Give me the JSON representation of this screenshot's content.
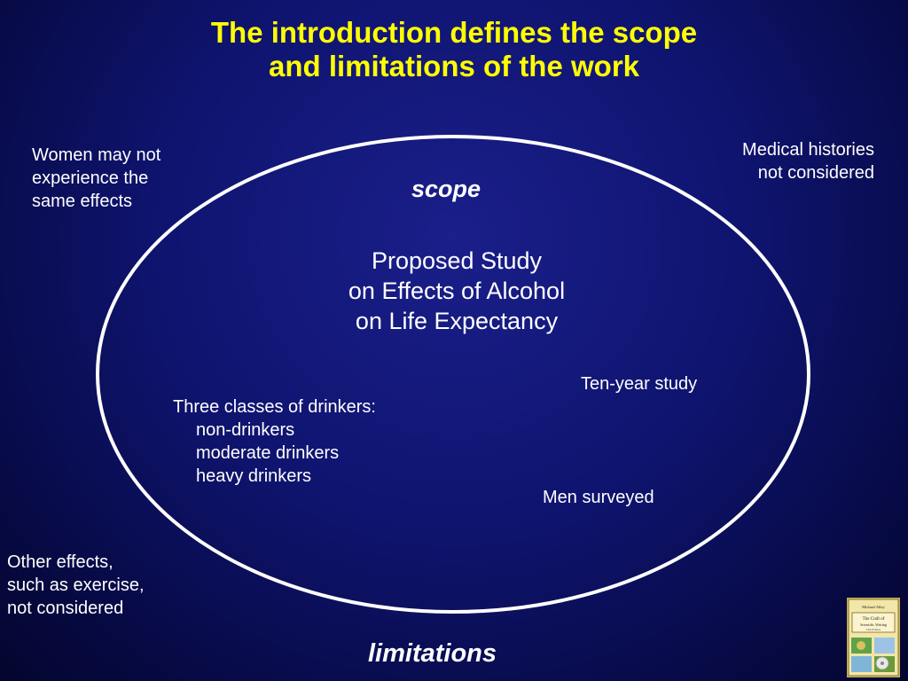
{
  "title": {
    "line1": "The introduction defines the scope",
    "line2": "and limitations of the work"
  },
  "scope_label": "scope",
  "limitations_label": "limitations",
  "study": {
    "line1": "Proposed Study",
    "line2": "on Effects of Alcohol",
    "line3": "on Life Expectancy"
  },
  "inside": {
    "ten_year": "Ten-year study",
    "drinkers_heading": "Three classes of drinkers:",
    "drinker_classes": [
      "non-drinkers",
      "moderate drinkers",
      "heavy drinkers"
    ],
    "men": "Men surveyed"
  },
  "outside": {
    "women": [
      "Women may not",
      "experience the",
      "same effects"
    ],
    "medical": [
      "Medical histories",
      "not considered"
    ],
    "other": [
      "Other effects,",
      "such as exercise,",
      "not considered"
    ]
  },
  "book": {
    "author": "Michael Alley",
    "title_line1": "The Craft of",
    "title_line2": "Scientific Writing",
    "edition": "Third Edition"
  },
  "colors": {
    "title": "#ffff00",
    "text": "#ffffff",
    "background": "#0f1470"
  }
}
